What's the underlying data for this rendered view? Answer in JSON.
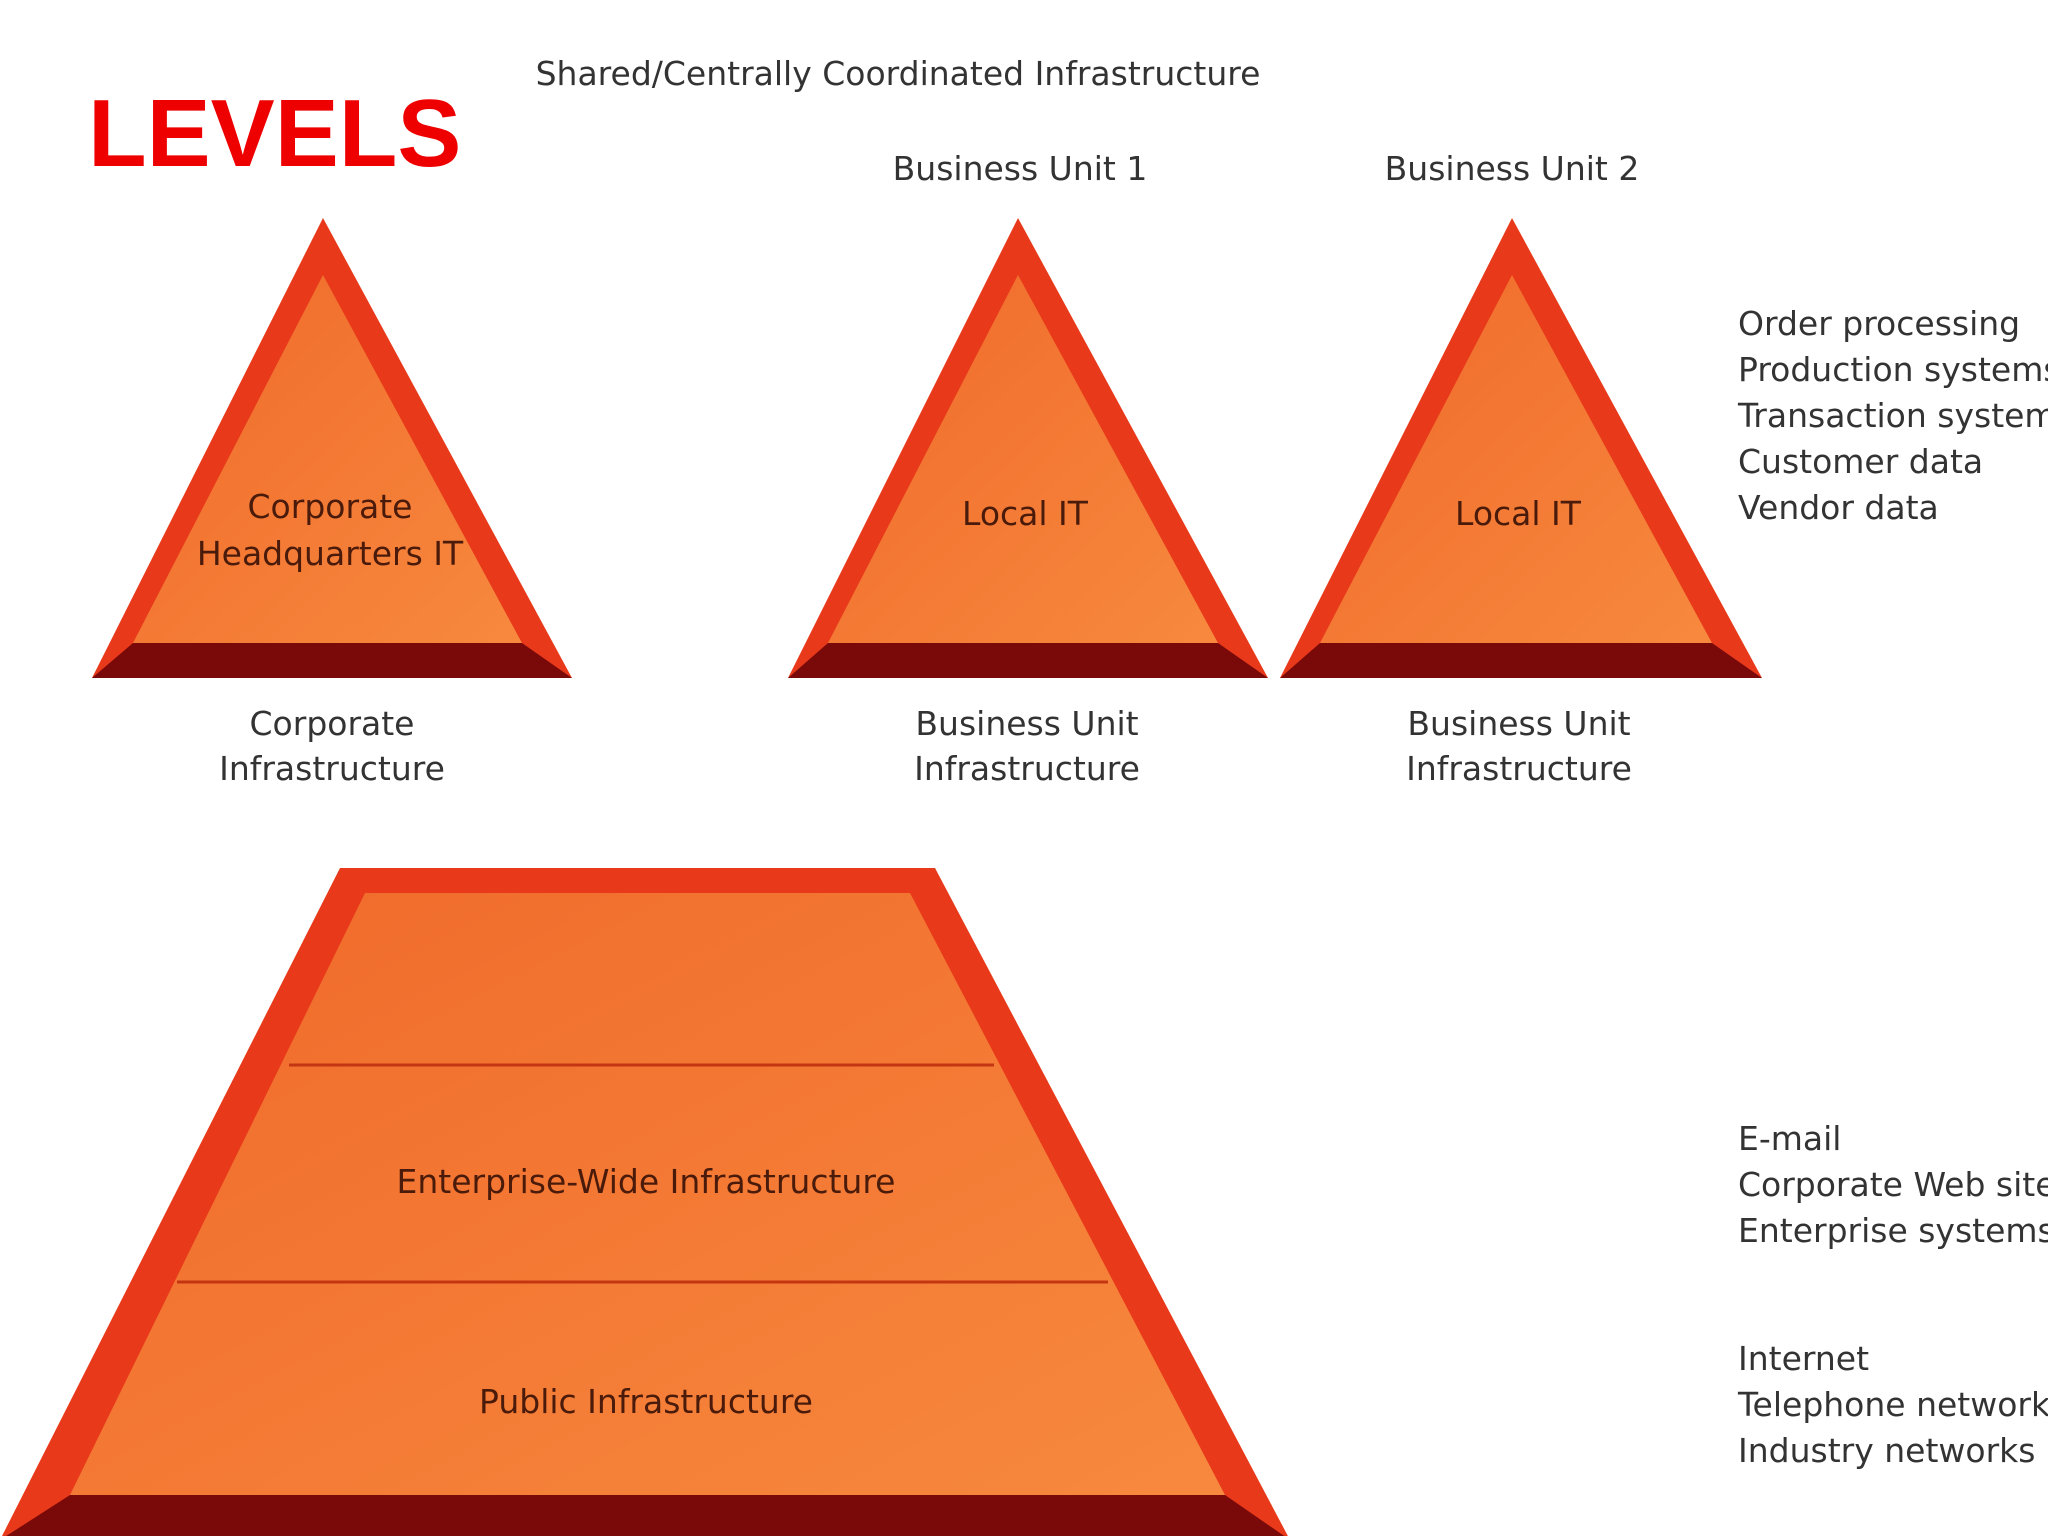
{
  "title": "LEVELS",
  "top_caption": "Shared/Centrally Coordinated Infrastructure",
  "business_unit_1": {
    "heading": "Business Unit 1",
    "triangle_label": "Local IT",
    "caption_line1": "Business Unit",
    "caption_line2": "Infrastructure"
  },
  "business_unit_2": {
    "heading": "Business Unit 2",
    "triangle_label": "Local IT",
    "caption_line1": "Business Unit",
    "caption_line2": "Infrastructure"
  },
  "corporate": {
    "triangle_label_line1": "Corporate",
    "triangle_label_line2": "Headquarters IT",
    "caption_line1": "Corporate",
    "caption_line2": "Infrastructure"
  },
  "pyramid": {
    "tiers": [
      "",
      "Enterprise-Wide Infrastructure",
      "Public Infrastructure"
    ]
  },
  "side_lists": {
    "local_systems": [
      "Order processing",
      "Production systems",
      "Transaction systems",
      "Customer data",
      "Vendor data"
    ],
    "enterprise_systems": [
      "E-mail",
      "Corporate Web site",
      "Enterprise systems"
    ],
    "public_systems": [
      "Internet",
      "Telephone network",
      "Industry networks"
    ]
  },
  "colors": {
    "title": "#ee0000",
    "shape_outer": "#e8391a",
    "shape_inner": "#f37a35",
    "shape_base": "#7a0a0a",
    "divider": "#c43512"
  }
}
